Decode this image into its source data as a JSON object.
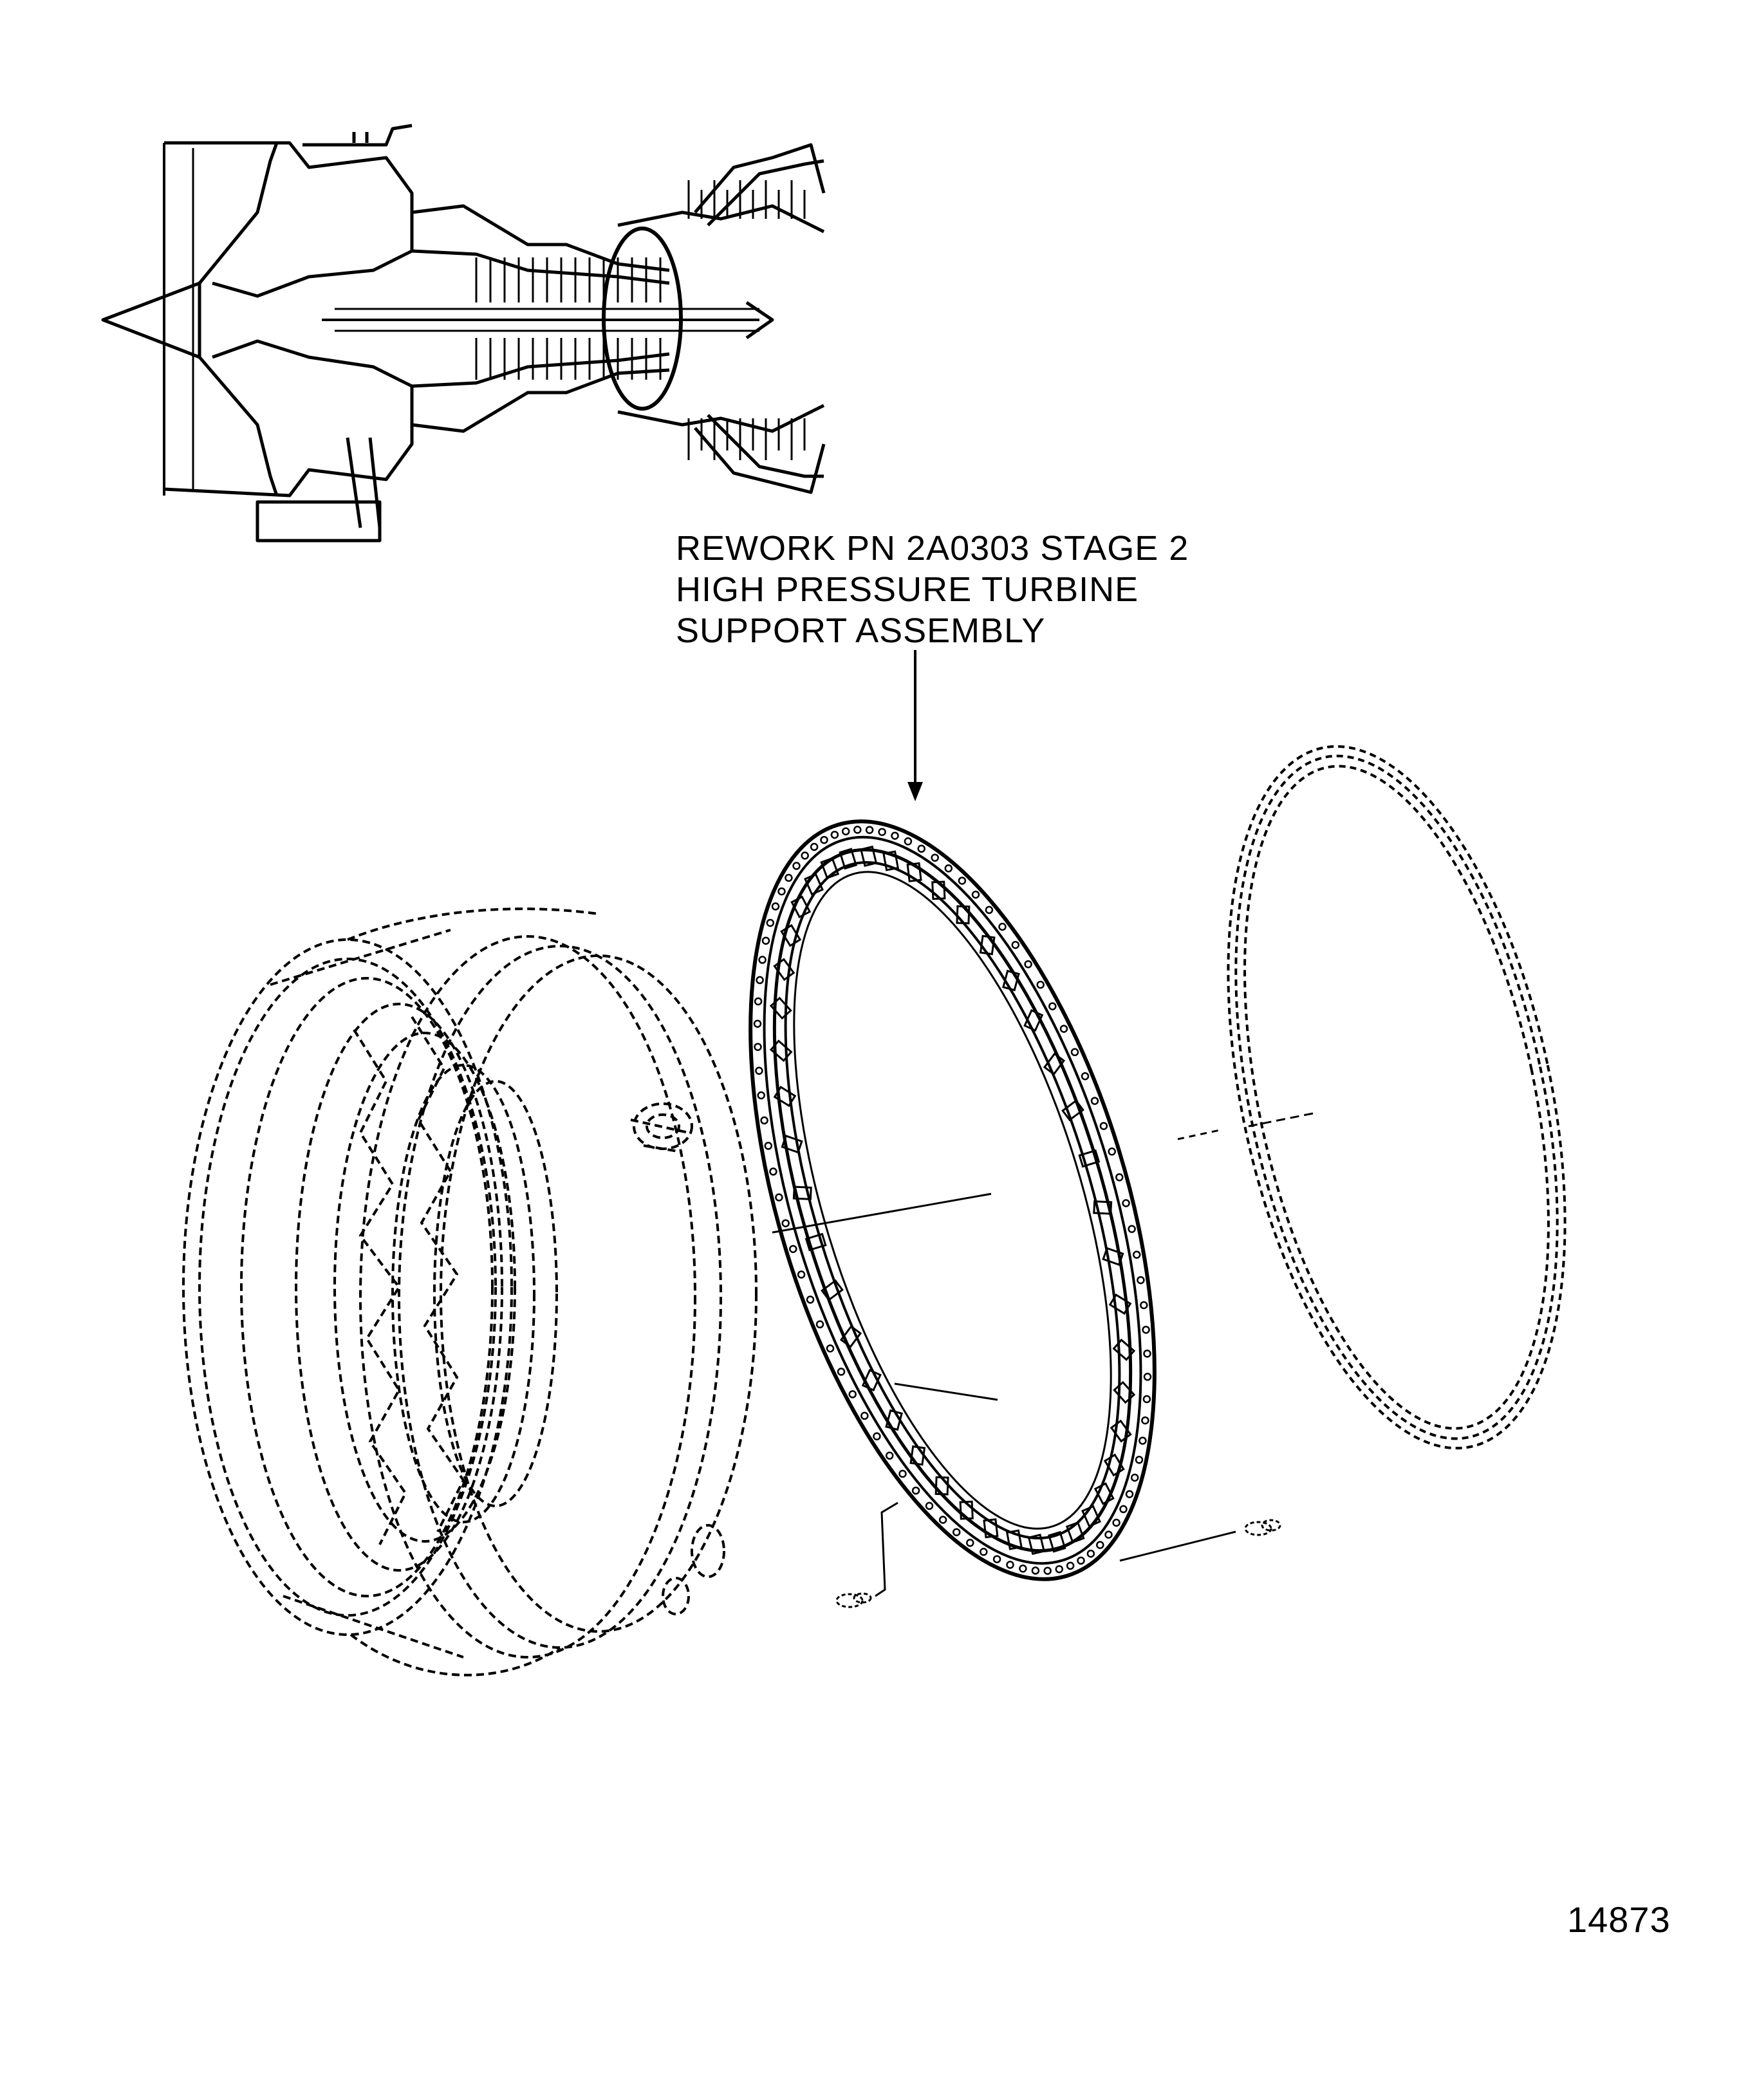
{
  "callout": {
    "line1": "REWORK PN 2A0303 STAGE 2",
    "line2": "HIGH PRESSURE TURBINE",
    "line3": "SUPPORT ASSEMBLY"
  },
  "figure_number": "14873",
  "colors": {
    "ink": "#000000",
    "background": "#ffffff"
  },
  "parts": [
    "engine-cross-section-locator",
    "turbine-case-phantom",
    "support-assembly-ring",
    "seal-ring-phantom",
    "hardware-fasteners"
  ]
}
